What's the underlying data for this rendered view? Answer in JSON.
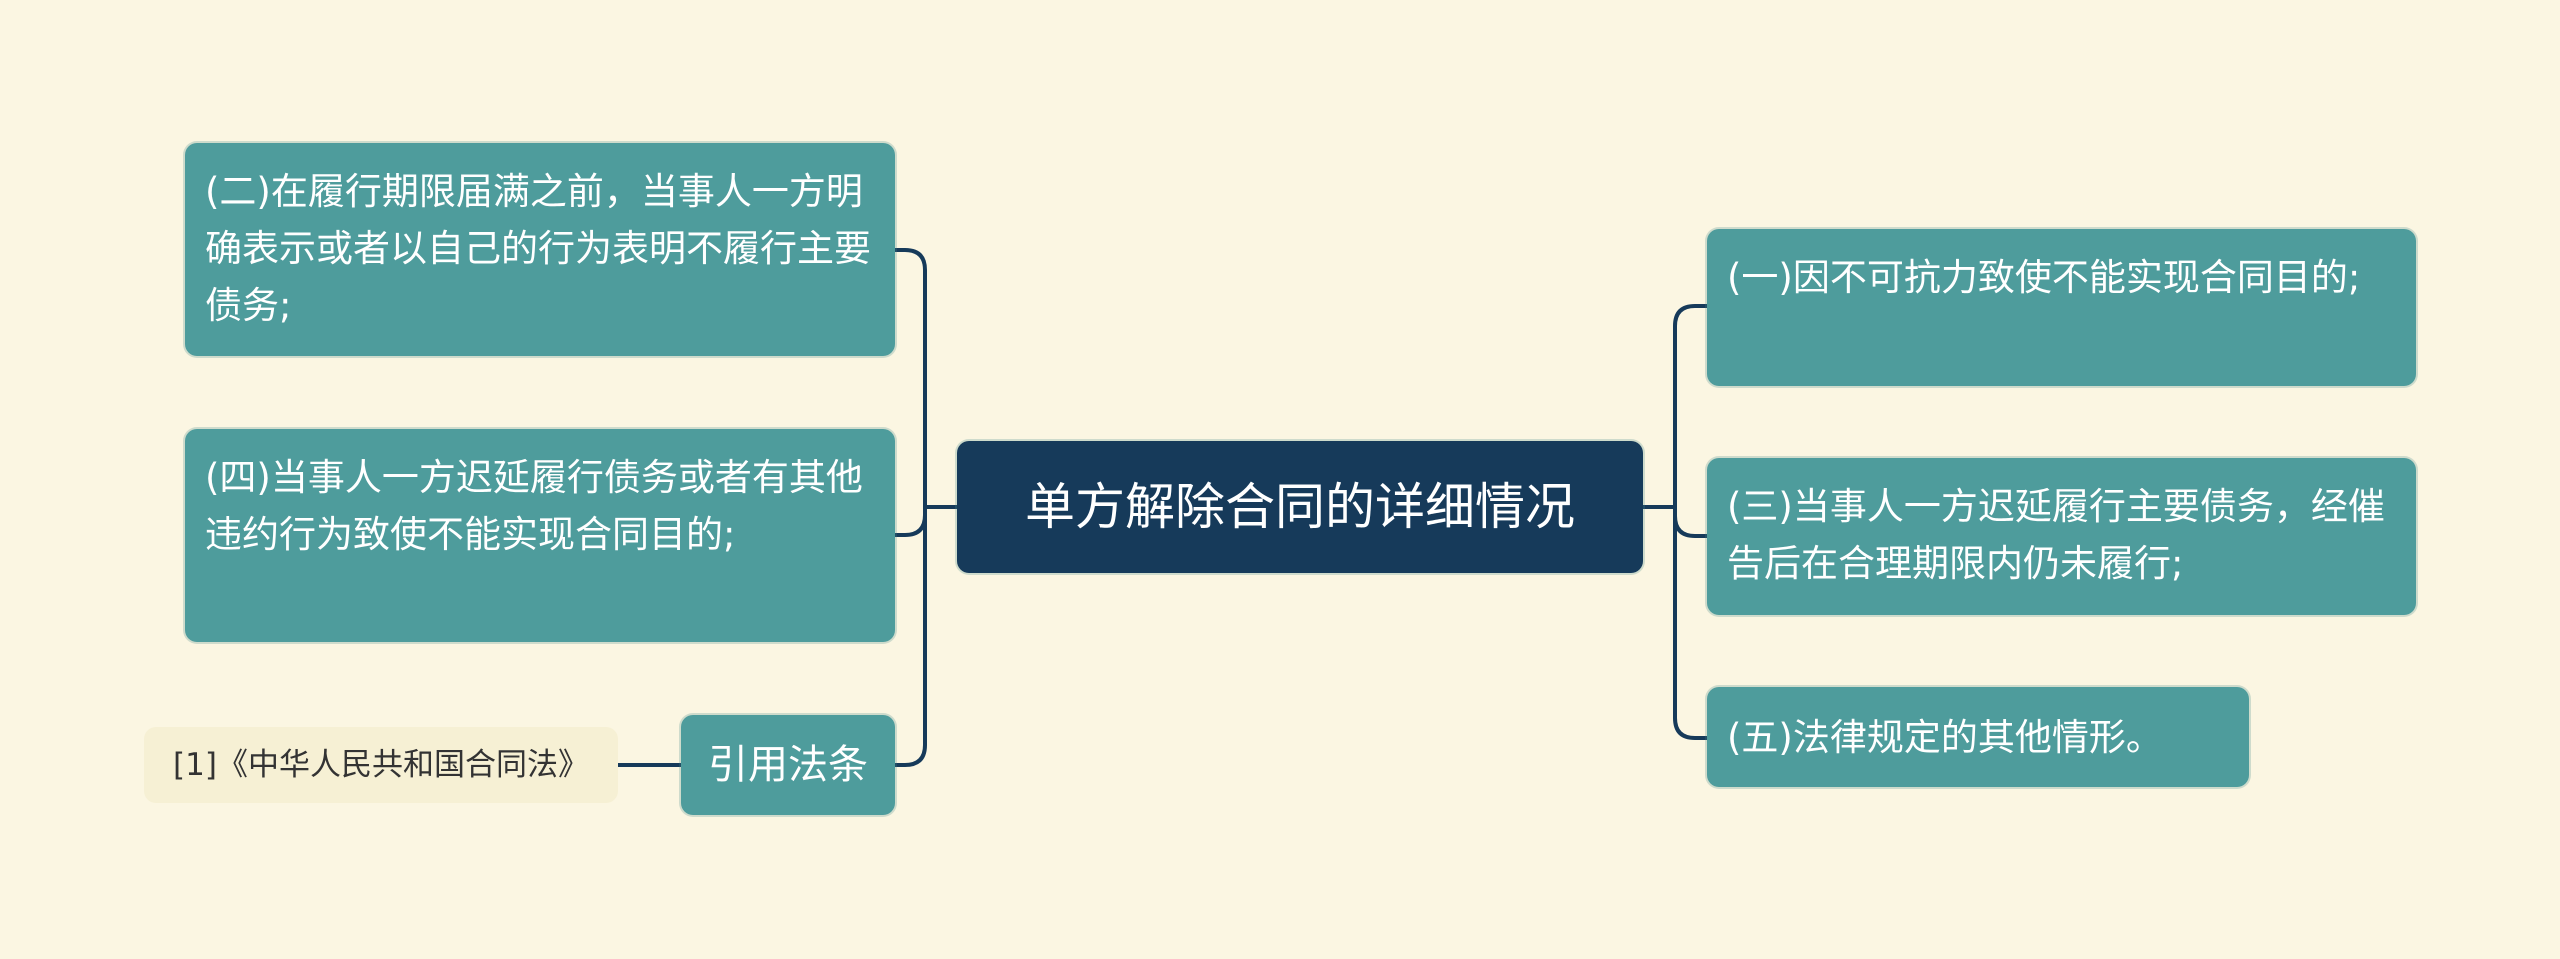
{
  "mindmap": {
    "center": "单方解除合同的详细情况",
    "left": [
      "(二)在履行期限届满之前，当事人一方明确表示或者以自己的行为表明不履行主要债务;",
      "(四)当事人一方迟延履行债务或者有其他违约行为致使不能实现合同目的;",
      "引用法条"
    ],
    "citation": "[1]《中华人民共和国合同法》",
    "right": [
      "(一)因不可抗力致使不能实现合同目的;",
      "(三)当事人一方迟延履行主要债务，经催告后在合理期限内仍未履行;",
      "(五)法律规定的其他情形。"
    ]
  },
  "colors": {
    "background": "#fbf6e2",
    "center_fill": "#163a5a",
    "node_fill": "#4e9c9c",
    "leaf_fill": "#f6f0d4",
    "connector": "#163a5a"
  }
}
